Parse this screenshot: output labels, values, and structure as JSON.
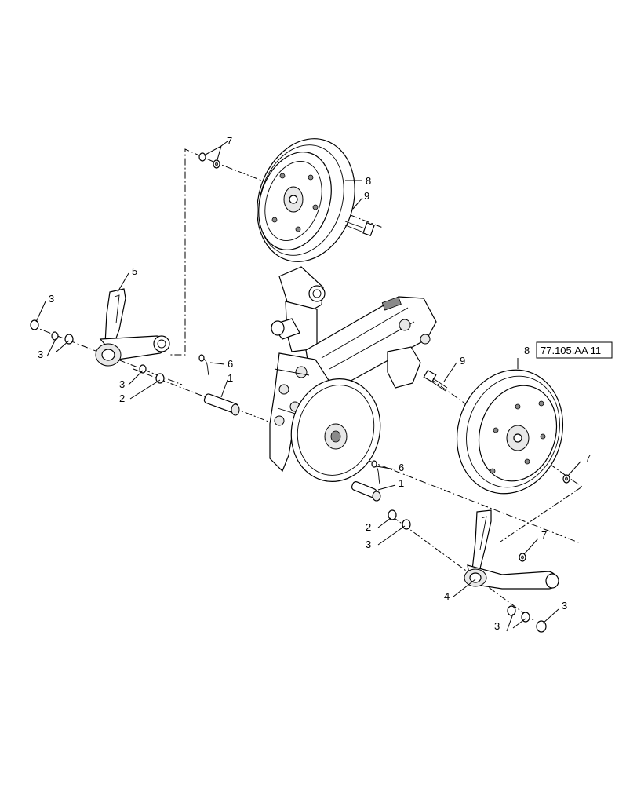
{
  "callouts": {
    "c1a": "1",
    "c1b": "1",
    "c2a": "2",
    "c2b": "2",
    "c3a": "3",
    "c3b": "3",
    "c3c": "3",
    "c3d": "3",
    "c3e": "3",
    "c3f": "3",
    "c4": "4",
    "c5": "5",
    "c6a": "6",
    "c6b": "6",
    "c7a": "7",
    "c7b": "7",
    "c7c": "7",
    "c8a": "8",
    "c8b": "8",
    "c9a": "9",
    "c9b": "9"
  },
  "reference": "77.105.AA 11"
}
